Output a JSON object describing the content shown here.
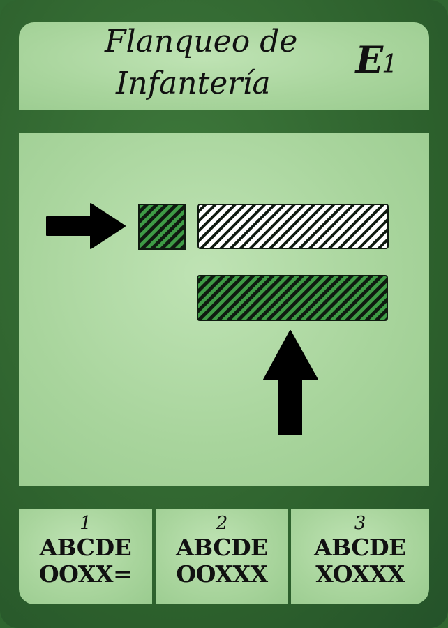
{
  "card": {
    "title_line1": "Flanqueo de",
    "title_line2": "Infantería",
    "code_letter": "E",
    "code_number": "1",
    "colors": {
      "frame": "#2f6630",
      "panel": "#a9d59d",
      "friendly_hatch": "#3e9b45",
      "enemy_hatch": "#ffffff",
      "arrow": "#000000"
    }
  },
  "results": [
    {
      "number": "1",
      "letters": "ABCDE",
      "outcome": "OOXX="
    },
    {
      "number": "2",
      "letters": "ABCDE",
      "outcome": "OOXXX"
    },
    {
      "number": "3",
      "letters": "ABCDE",
      "outcome": "XOXXX"
    }
  ]
}
